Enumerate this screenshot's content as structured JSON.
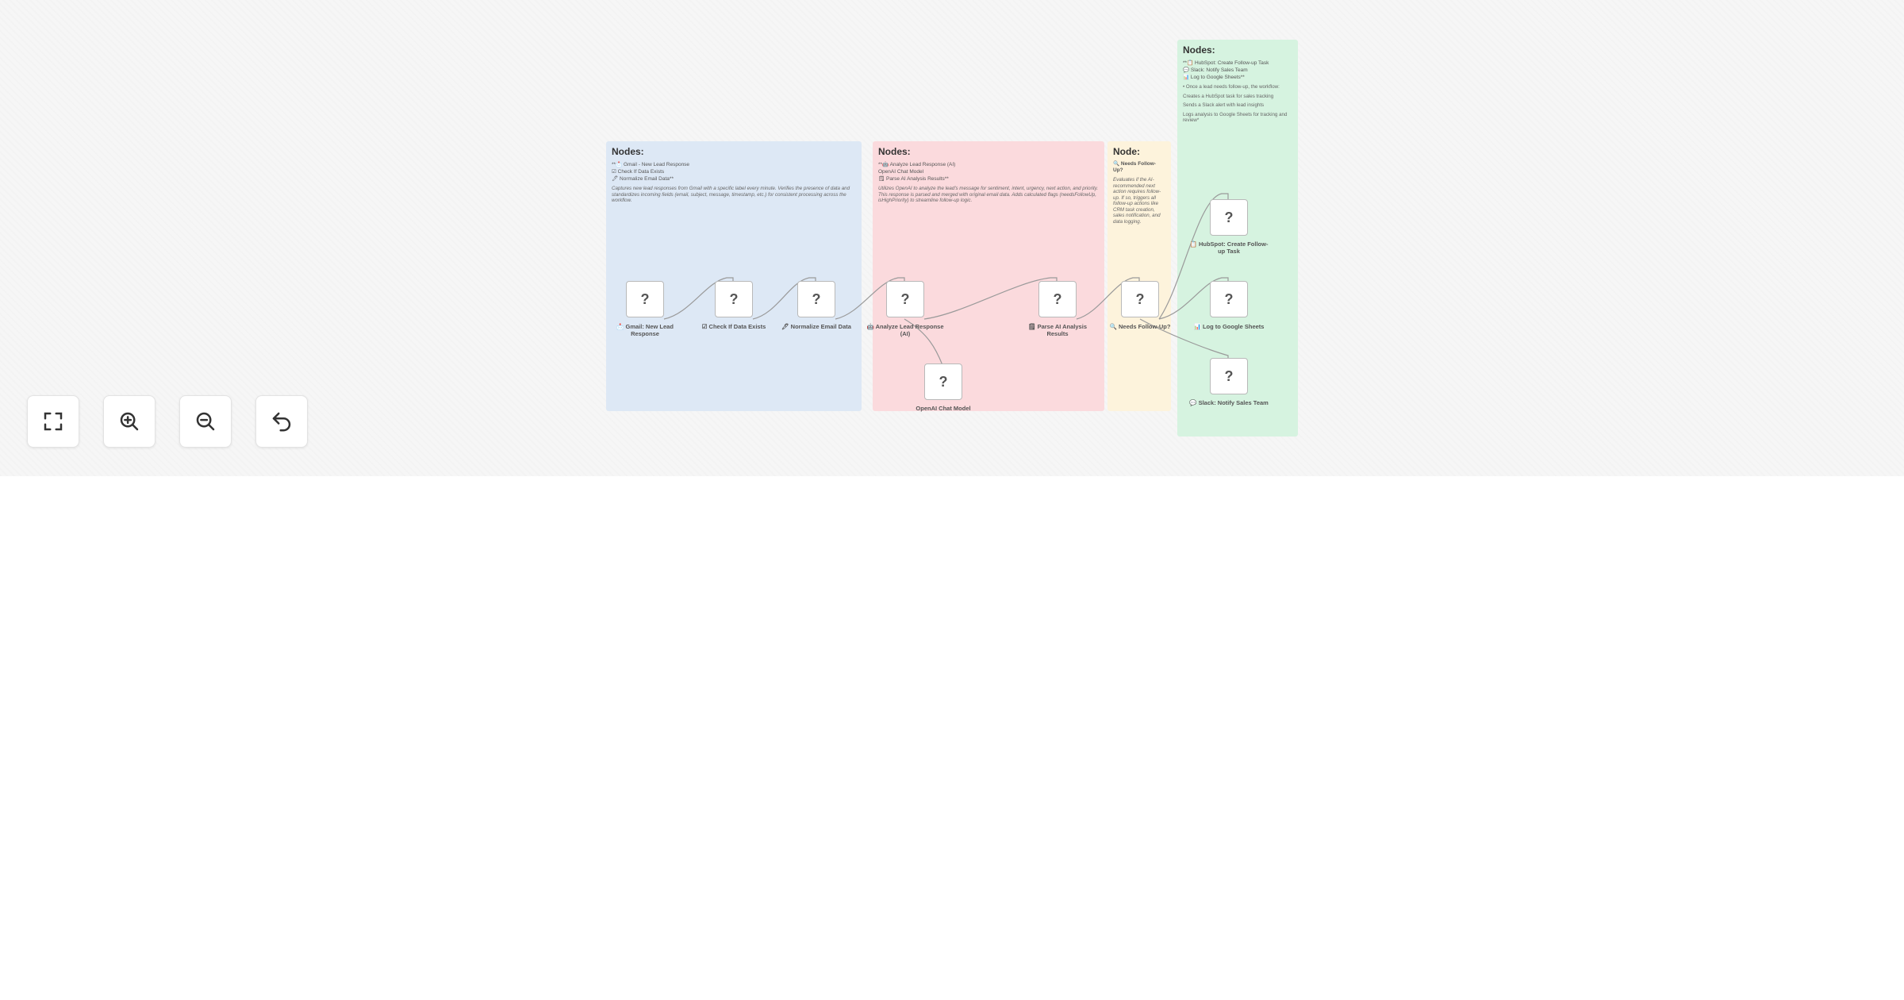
{
  "sticky_notes": {
    "blue": {
      "title": "Nodes:",
      "items": [
        "**📩 Gmail - New Lead Response",
        "☑ Check If Data Exists",
        "🖊 Normalize Email Data**"
      ],
      "description": "Captures new lead responses from Gmail with a specific label every minute. Verifies the presence of data and standardizes incoming fields (email, subject, message, timestamp, etc.) for consistent processing across the workflow."
    },
    "red": {
      "title": "Nodes:",
      "items": [
        "**🤖 Analyze Lead Response (AI)",
        "OpenAI Chat Model",
        "🗒 Parse AI Analysis Results**"
      ],
      "description": "Utilizes OpenAI to analyze the lead's message for sentiment, intent, urgency, next action, and priority. This response is parsed and merged with original email data. Adds calculated flags (needsFollowUp, isHighPriority) to streamline follow-up logic."
    },
    "yellow": {
      "title": "Node:",
      "subtitle": "🔍 Needs Follow-Up?",
      "description": "Evaluates if the AI-recommended next action requires follow-up. If so, triggers all follow-up actions like CRM task creation, sales notification, and data logging."
    },
    "green": {
      "title": "Nodes:",
      "items": [
        "**📋 HubSpot: Create Follow-up Task",
        "💬 Slack: Notify Sales Team",
        "📊 Log to Google Sheets**"
      ],
      "descriptions": [
        "• Once a lead needs follow-up, the workflow:",
        "Creates a HubSpot task for sales tracking",
        "Sends a Slack alert with lead insights",
        "Logs analysis to Google Sheets for tracking and review*"
      ]
    }
  },
  "nodes": [
    {
      "id": "gmail",
      "label": "📩 Gmail: New Lead Response",
      "icon": "?"
    },
    {
      "id": "check",
      "label": "☑ Check If Data Exists",
      "icon": "?"
    },
    {
      "id": "normalize",
      "label": "🖊 Normalize Email Data",
      "icon": "?"
    },
    {
      "id": "analyze",
      "label": "🤖 Analyze Lead Response (AI)",
      "icon": "?"
    },
    {
      "id": "openai",
      "label": "OpenAI Chat Model",
      "icon": "?"
    },
    {
      "id": "parse",
      "label": "🗒 Parse AI Analysis Results",
      "icon": "?"
    },
    {
      "id": "needs",
      "label": "🔍 Needs Follow-Up?",
      "icon": "?"
    },
    {
      "id": "hubspot",
      "label": "📋 HubSpot: Create Follow-up Task",
      "icon": "?"
    },
    {
      "id": "sheets",
      "label": "📊 Log to Google Sheets",
      "icon": "?"
    },
    {
      "id": "slack",
      "label": "💬 Slack: Notify Sales Team",
      "icon": "?"
    }
  ],
  "controls": {
    "fit": "fit-view-icon",
    "zoom_in": "zoom-in-icon",
    "zoom_out": "zoom-out-icon",
    "reset": "undo-icon"
  },
  "colors": {
    "blue_note": "#dde8f5",
    "red_note": "#fbdadd",
    "yellow_note": "#fdf3dc",
    "green_note": "#d6f3e0",
    "edge": "#9a9a9a"
  }
}
